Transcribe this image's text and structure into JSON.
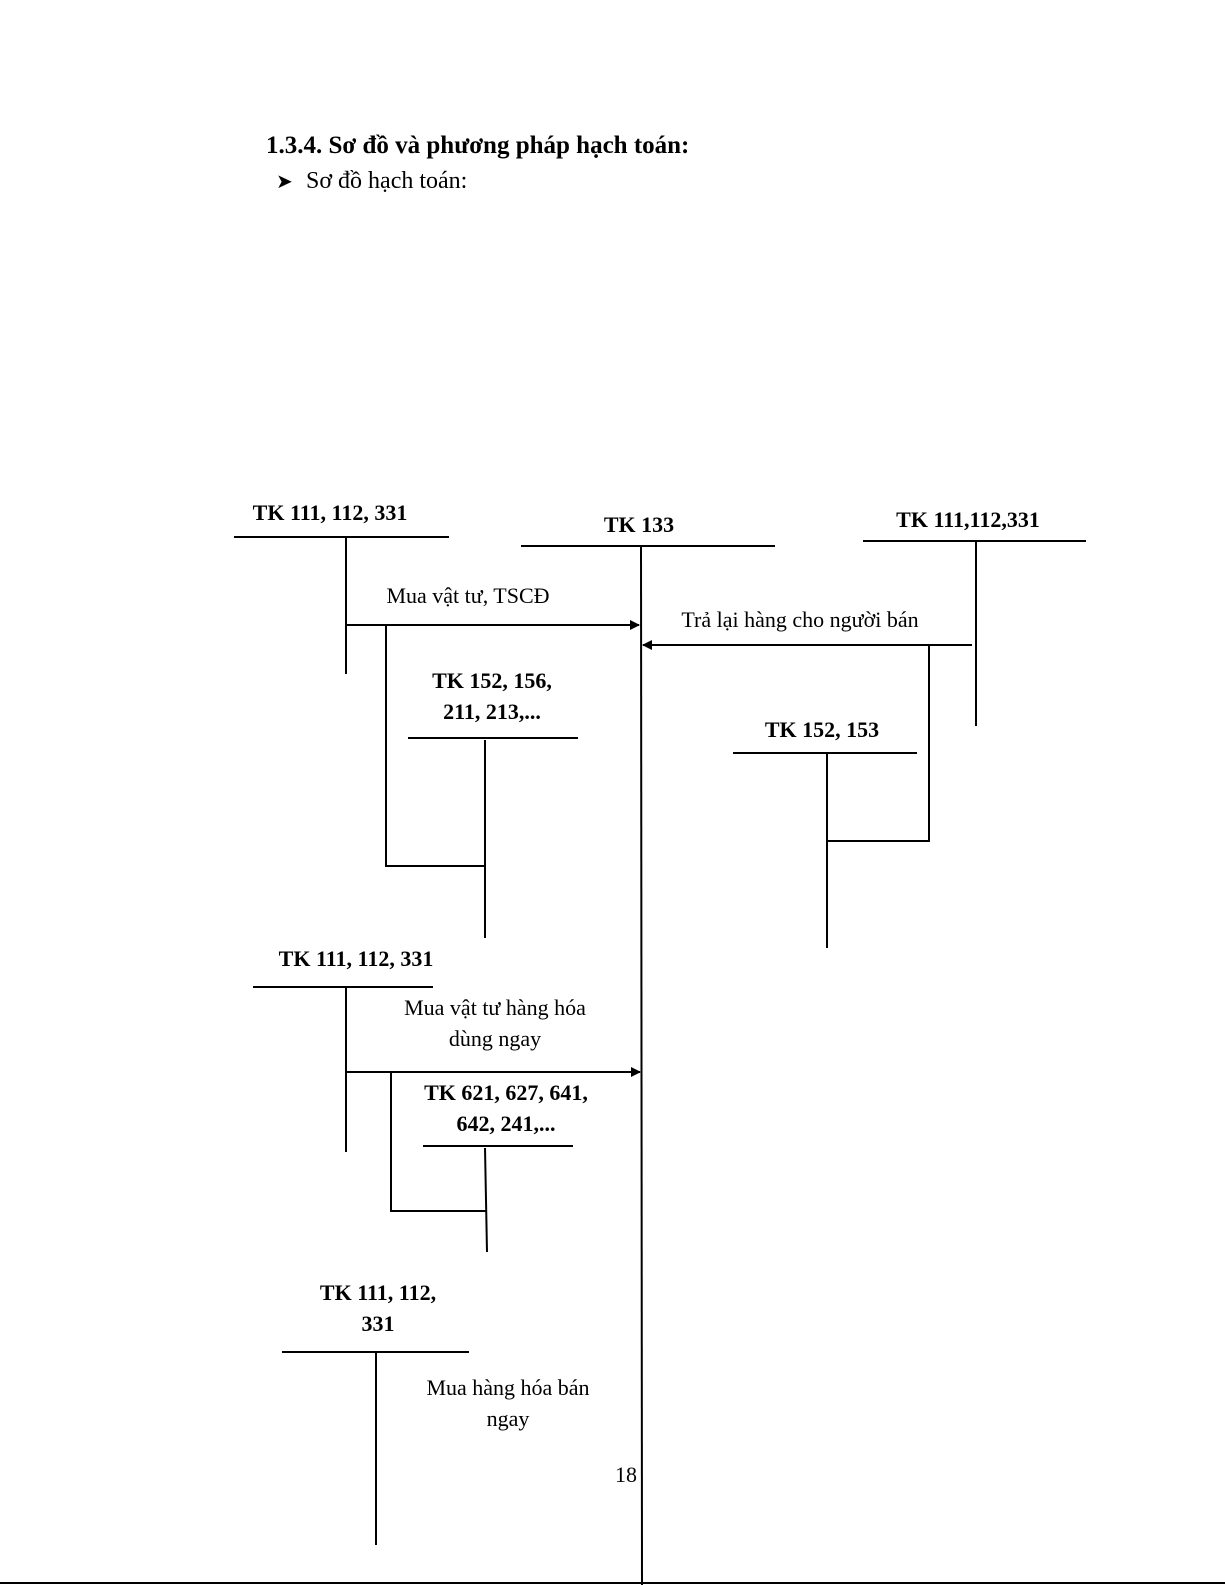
{
  "document": {
    "heading": "1.3.4. Sơ đồ và phương pháp hạch toán:",
    "bullet_icon": "arrowhead-bullet-icon",
    "bullet_text": "Sơ đồ hạch toán:",
    "page_number": "18"
  },
  "diagram": {
    "accounts": {
      "tk_cash_top_left": [
        "TK 111, 112, 331"
      ],
      "tk_133": [
        "TK 133"
      ],
      "tk_cash_top_right": [
        "TK 111,112,331"
      ],
      "tk_materials_assets": [
        "TK 152, 156,",
        "211, 213,..."
      ],
      "tk_152_153": [
        "TK 152, 153"
      ],
      "tk_cash_middle": [
        "TK 111, 112, 331"
      ],
      "tk_expenses": [
        "TK 621, 627, 641,",
        "642, 241,..."
      ],
      "tk_cash_bottom": [
        "TK 111, 112,",
        "331"
      ]
    },
    "flows": {
      "buy_materials_fixed_assets": [
        "Mua vật tư, TSCĐ"
      ],
      "return_to_seller": [
        "Trả lại hàng cho người bán"
      ],
      "buy_for_immediate_use": [
        "Mua vật tư hàng hóa",
        "dùng ngay"
      ],
      "buy_goods_sell_immediately": [
        "Mua hàng hóa bán",
        "ngay"
      ]
    }
  }
}
